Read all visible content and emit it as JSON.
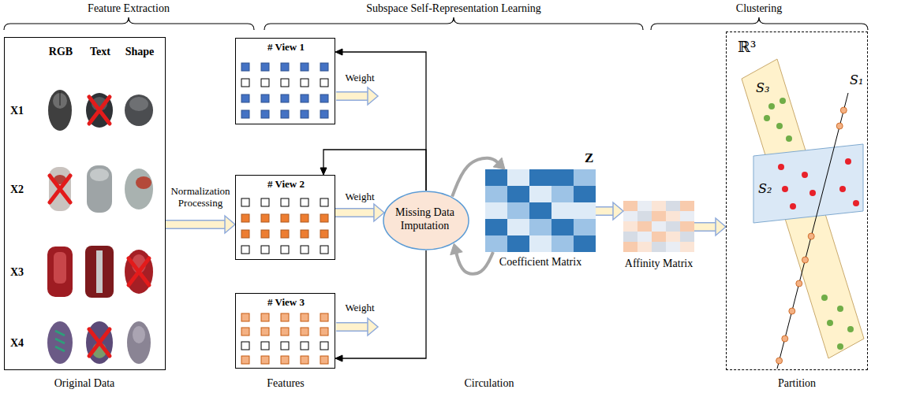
{
  "diagram": {
    "nodes": [
      {
        "text": [
          "RGB",
          "Text",
          "Shape",
          "X1",
          "X2",
          "X3",
          "X4"
        ]
      },
      {
        "text": [
          "# View 1"
        ]
      },
      {
        "text": [
          "# View 2"
        ]
      },
      {
        "text": [
          "# View 3"
        ]
      },
      {
        "text": [
          "Missing Data Imputation"
        ]
      },
      {
        "text": [
          "Z",
          "Coefficient Matrix"
        ]
      },
      {
        "text": [
          "Affinity Matrix"
        ]
      },
      {
        "text": [
          "ℝ³",
          "S₁",
          "S₂",
          "S₃"
        ]
      }
    ],
    "edges": [
      {
        "from": 0,
        "to": 2,
        "arrow": "to",
        "label": "Normalization Processing"
      },
      {
        "from": 2,
        "to": 4,
        "arrow": "to",
        "label": "Weight"
      },
      {
        "from": 4,
        "to": 1,
        "arrow": "to"
      },
      {
        "from": 4,
        "to": 2,
        "arrow": "to"
      },
      {
        "from": 4,
        "to": 3,
        "arrow": "to"
      },
      {
        "from": 4,
        "to": 5,
        "arrow": "to"
      },
      {
        "from": 5,
        "to": 4,
        "arrow": "to"
      },
      {
        "from": 5,
        "to": 6,
        "arrow": "to"
      },
      {
        "from": 6,
        "to": 7,
        "arrow": "to"
      }
    ],
    "labels": [
      "Feature Extraction",
      "Subspace Self-Representation Learning",
      "Clustering",
      "Weight",
      "Weight",
      "Original Data",
      "Features",
      "Circulation",
      "Partition"
    ]
  }
}
